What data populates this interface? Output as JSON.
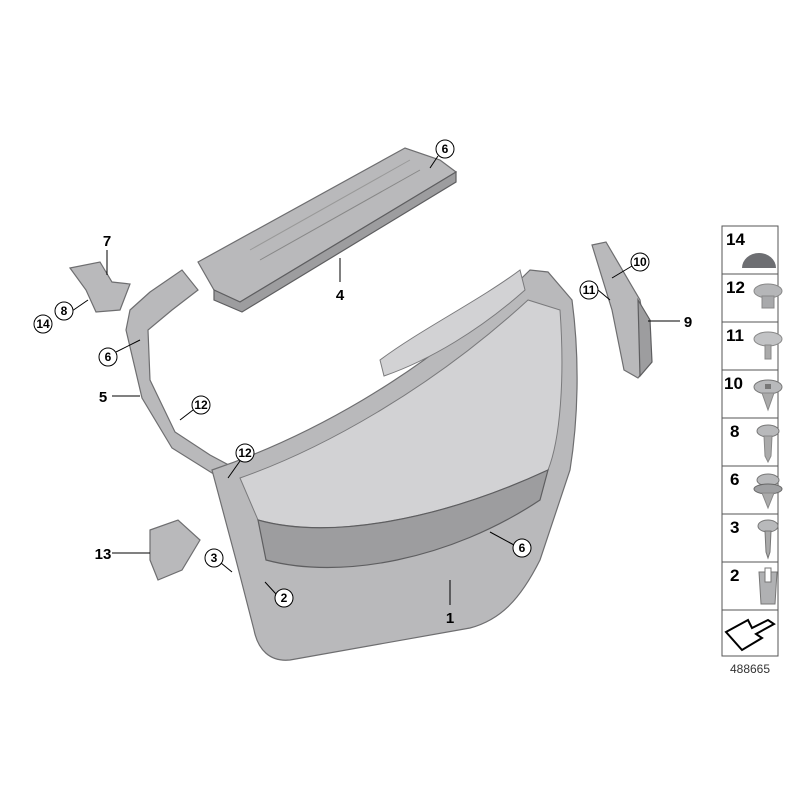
{
  "diagram": {
    "part_labels": [
      "1",
      "4",
      "5",
      "7",
      "9",
      "13"
    ],
    "callouts": [
      "6",
      "14",
      "8",
      "6",
      "12",
      "12",
      "3",
      "2",
      "6",
      "10",
      "11"
    ],
    "legend": {
      "items": [
        {
          "number": "14",
          "icon": "cap-icon"
        },
        {
          "number": "12",
          "icon": "expanding-rivet-icon"
        },
        {
          "number": "11",
          "icon": "push-clip-icon"
        },
        {
          "number": "10",
          "icon": "torx-clip-icon"
        },
        {
          "number": "8",
          "icon": "screw-icon"
        },
        {
          "number": "6",
          "icon": "clip-with-seal-icon"
        },
        {
          "number": "3",
          "icon": "self-tapping-screw-icon"
        },
        {
          "number": "2",
          "icon": "spring-nut-icon"
        }
      ],
      "direction_icon": "arrow-icon"
    },
    "diagram_number": "488665"
  }
}
